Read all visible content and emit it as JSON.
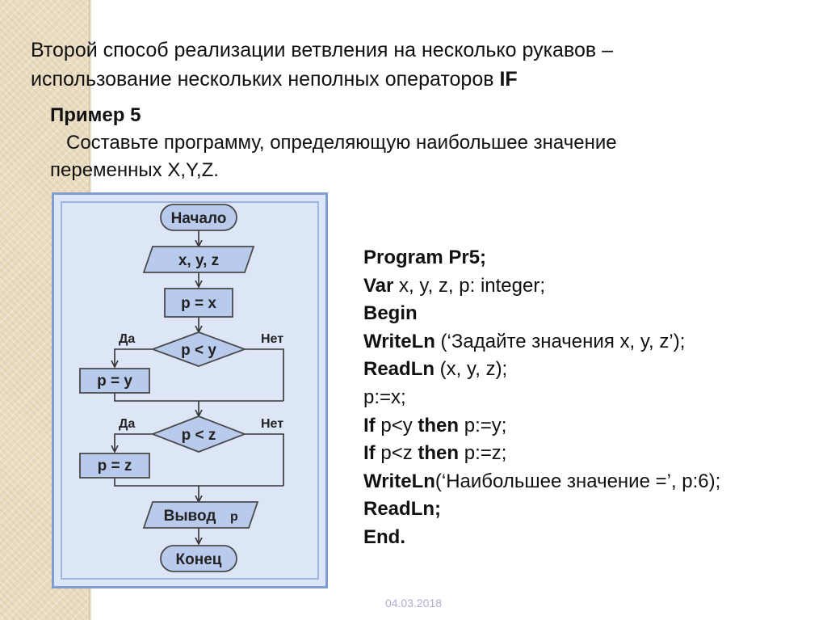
{
  "title": {
    "line1": "Второй способ реализации ветвления на несколько рукавов –",
    "line2_plain": "использование нескольких неполных операторов ",
    "line2_bold": "IF"
  },
  "example": {
    "heading": "Пример 5",
    "task": "Составьте программу, определяющую наибольшее значение переменных X,Y,Z."
  },
  "flowchart": {
    "start": "Начало",
    "input": "x, y, z",
    "assign1": "p = x",
    "cond1": "p < y",
    "yes1": "Да",
    "no1": "Нет",
    "assign2": "p = y",
    "cond2": "p < z",
    "yes2": "Да",
    "no2": "Нет",
    "assign3": "p = z",
    "output_word": "Вывод",
    "output_var": "p",
    "end": "Конец"
  },
  "code": {
    "l1": "Program Pr5;",
    "l2_kw": "Var",
    "l2_rest": " x, y, z, p: integer;",
    "l3": "Begin",
    "l4_kw": "WriteLn",
    "l4_rest": " (‘Задайте значения x, y, z’);",
    "l5_kw": "ReadLn",
    "l5_rest": " (x, y, z);",
    "l6": "p:=x;",
    "l7_kw1": "If",
    "l7_mid": " p<y ",
    "l7_kw2": "then",
    "l7_rest": " p:=y;",
    "l8_kw1": "If",
    "l8_mid": " p<z ",
    "l8_kw2": "then",
    "l8_rest": " p:=z;",
    "l9_kw": "WriteLn",
    "l9_rest": "(‘Наибольшее значение =’, p:6);",
    "l10": "ReadLn;",
    "l11": "End."
  },
  "footer": {
    "date": "04.03.2018"
  },
  "colors": {
    "flow_bg": "#dde6f7",
    "flow_border": "#7f9ed0",
    "shape_fill": "#b9cbec",
    "shape_stroke": "#4a4a4a",
    "strip": "#eadcc0",
    "date": "#b5a9d0"
  }
}
